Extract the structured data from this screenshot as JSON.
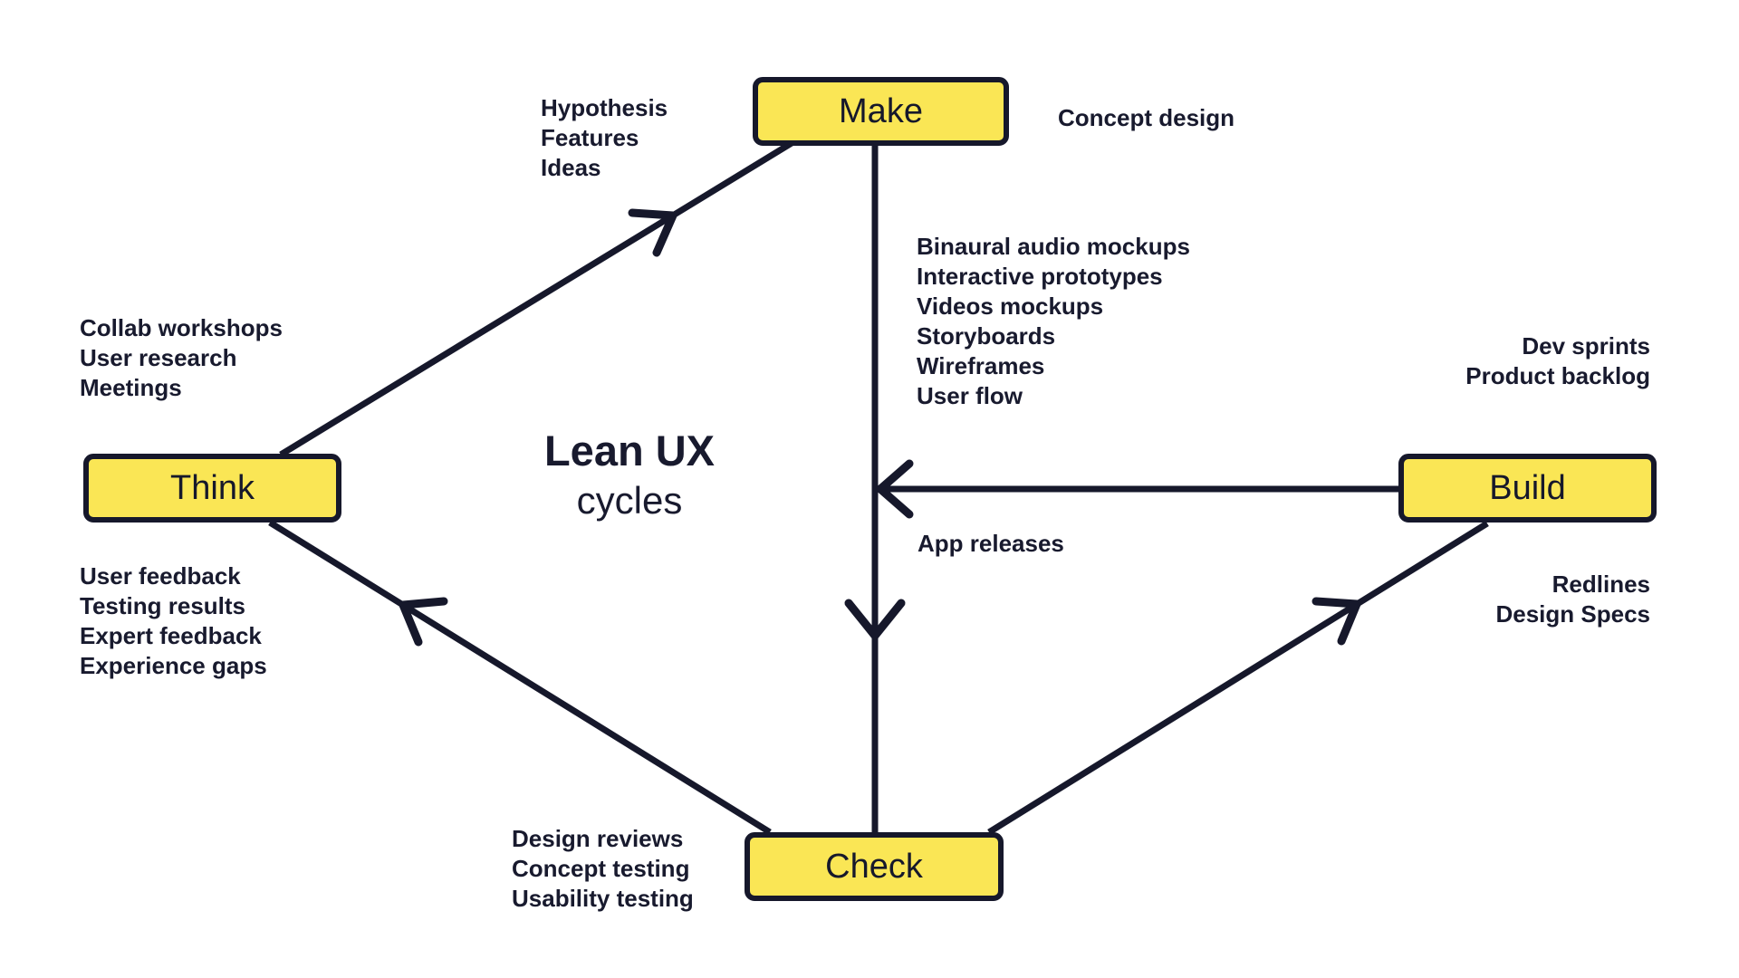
{
  "title": {
    "line1": "Lean UX",
    "line2": "cycles"
  },
  "nodes": {
    "make": {
      "label": "Make"
    },
    "think": {
      "label": "Think"
    },
    "build": {
      "label": "Build"
    },
    "check": {
      "label": "Check"
    }
  },
  "annotations": {
    "think_to_make": [
      "Hypothesis",
      "Features",
      "Ideas"
    ],
    "make_right": "Concept design",
    "make_to_check": [
      "Binaural audio mockups",
      "Interactive prototypes",
      "Videos mockups",
      "Storyboards",
      "Wireframes",
      "User flow"
    ],
    "above_think": [
      "Collab workshops",
      "User research",
      "Meetings"
    ],
    "below_think": [
      "User feedback",
      "Testing results",
      "Expert feedback",
      "Experience gaps"
    ],
    "above_build": [
      "Dev sprints",
      "Product backlog"
    ],
    "below_build": [
      "Redlines",
      "Design Specs"
    ],
    "build_to_center": "App releases",
    "left_of_check": [
      "Design reviews",
      "Concept testing",
      "Usability testing"
    ]
  },
  "colors": {
    "background": "#FFFFFF",
    "node_fill": "#FAE655",
    "stroke": "#16182B",
    "text": "#181A2E"
  }
}
